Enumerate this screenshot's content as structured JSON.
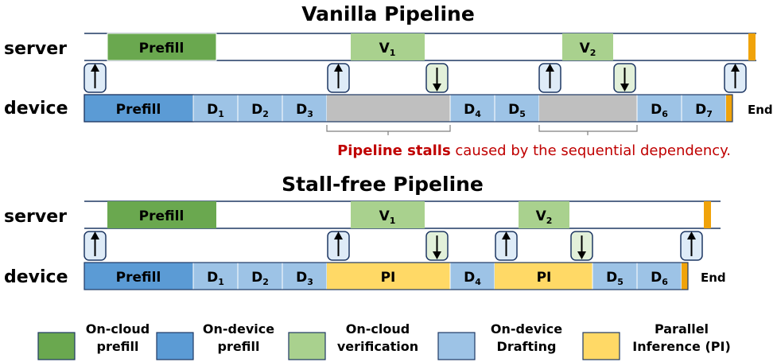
{
  "vanilla": {
    "title": "Vanilla Pipeline",
    "server_label": "server",
    "device_label": "device",
    "server_blocks": [
      "Prefill",
      "V",
      "V"
    ],
    "server_block_subs": [
      "",
      "1",
      "2"
    ],
    "device_blocks": [
      "Prefill",
      "D",
      "D",
      "D",
      "D",
      "D",
      "D",
      "D"
    ],
    "device_block_subs": [
      "",
      "1",
      "2",
      "3",
      "4",
      "5",
      "6",
      "7"
    ],
    "end_label": "End",
    "stall_note_bold": "Pipeline stalls",
    "stall_note_rest": " caused by the sequential dependency."
  },
  "stallfree": {
    "title": "Stall-free Pipeline",
    "server_label": "server",
    "device_label": "device",
    "server_blocks": [
      "Prefill",
      "V",
      "V"
    ],
    "server_block_subs": [
      "",
      "1",
      "2"
    ],
    "device_blocks": [
      "Prefill",
      "D",
      "D",
      "D",
      "PI",
      "D",
      "PI",
      "D",
      "D"
    ],
    "device_block_subs": [
      "",
      "1",
      "2",
      "3",
      "",
      "4",
      "",
      "5",
      "6"
    ],
    "end_label": "End"
  },
  "legend": [
    {
      "line1": "On-cloud",
      "line2": "prefill",
      "color": "#6aa84f"
    },
    {
      "line1": "On-device",
      "line2": "prefill",
      "color": "#5b9bd5"
    },
    {
      "line1": "On-cloud",
      "line2": "verification",
      "color": "#a9d18e"
    },
    {
      "line1": "On-device",
      "line2": "Drafting",
      "color": "#9dc3e6"
    },
    {
      "line1": "Parallel",
      "line2": "Inference (PI)",
      "color": "#ffd966"
    }
  ],
  "colors": {
    "cloud_prefill": "#6aa84f",
    "device_prefill": "#5b9bd5",
    "cloud_verification": "#a9d18e",
    "device_drafting": "#9dc3e6",
    "parallel_inference": "#ffd966",
    "stall": "#bfbfbf",
    "end_marker": "#f0a30a",
    "stall_text": "#c00000",
    "line": "#1f3864"
  }
}
